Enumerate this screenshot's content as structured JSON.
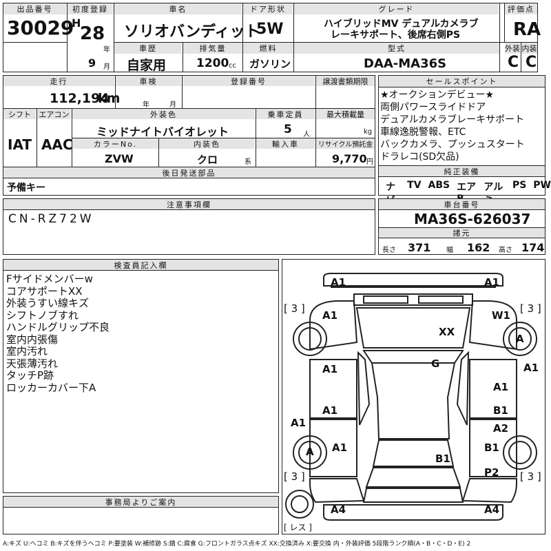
{
  "header": {
    "lot_label": "出品番号",
    "lot_value": "30029",
    "first_reg_label": "初度登録",
    "era_letter": "H",
    "first_reg_year": "28",
    "year_unit": "年",
    "first_reg_month": "9",
    "month_unit": "月",
    "car_name_label": "車名",
    "car_name_value": "ソリオバンディット",
    "door_label": "ドア形状",
    "door_value": "5W",
    "grade_label": "グレード",
    "grade_line1": "ハイブリッドMV デュアルカメラブ",
    "grade_line2": "レーキサポート、後席右側PS",
    "score_label": "評価点",
    "score_value": "RA",
    "history_label": "車歴",
    "history_value": "自家用",
    "displacement_label": "排気量",
    "displacement_value": "1200",
    "displacement_unit": "cc",
    "fuel_label": "燃料",
    "fuel_value": "ガソリン",
    "model_label": "型式",
    "model_value": "DAA-MA36S",
    "exterior_label": "外装",
    "exterior_value": "C",
    "interior_label": "内装",
    "interior_value": "C"
  },
  "row2": {
    "mileage_label": "走行",
    "mileage_value": "112,194",
    "mileage_unit": "km",
    "inspection_label": "車検",
    "year_unit": "年",
    "month_unit": "月",
    "registration_label": "登録番号",
    "transfer_label": "譲渡書類期限",
    "shift_label": "シフト",
    "shift_value": "IAT",
    "ac_label": "エアコン",
    "ac_value": "AAC",
    "color_label": "外装色",
    "color_value": "ミッドナイトバイオレット",
    "capacity_label": "乗車定員",
    "capacity_value": "5",
    "capacity_unit": "人",
    "load_label": "最大積載量",
    "load_unit": "kg",
    "color_no_label": "カラーNo.",
    "color_no_value": "ZVW",
    "interior_color_label": "内装色",
    "interior_color_value": "クロ",
    "interior_color_unit": "系",
    "import_label": "輸入車",
    "recycle_label": "リサイクル預託金",
    "recycle_value": "9,770",
    "recycle_unit": "円",
    "later_parts_label": "後日発送部品",
    "later_parts_value": "予備キー"
  },
  "sales": {
    "label": "セールスポイント",
    "lines": [
      "★オークションデビュー★",
      "両側パワースライドドア",
      "デュアルカメラブレーキサポート",
      "車線逸脱警報、ETC",
      "バックカメラ、プッシュスタート",
      "ドラレコ(SD欠品)"
    ],
    "equip_label": "純正装備",
    "equip": [
      "ナビ",
      "TV",
      "ABS",
      "エアB",
      "アルミ",
      "PS",
      "PW"
    ]
  },
  "caution": {
    "label": "注意事項欄",
    "value": "CN-RZ72W"
  },
  "chassis": {
    "label": "車台番号",
    "value": "MA36S-626037",
    "dims_label": "諸元",
    "length_label": "長さ",
    "length_value": "371",
    "width_label": "幅",
    "width_value": "162",
    "height_label": "高さ",
    "height_value": "174"
  },
  "inspector": {
    "label": "検査員記入欄",
    "lines": [
      "Fサイドメンバーw",
      "コアサポートXX",
      "外装うすい線キズ",
      "シフトノブすれ",
      "ハンドルグリップ不良",
      "室内内張傷",
      "室内汚れ",
      "天張薄汚れ",
      "タッチP跡",
      "ロッカーカバー下A"
    ]
  },
  "office": {
    "label": "事務局よりご案内"
  },
  "diagram": {
    "tires": [
      "[ 3 ]",
      "[ 3 ]",
      "[ 3 ]",
      "[ 3 ]"
    ],
    "spare": "[ レス ]",
    "marks": {
      "front_left": "A1",
      "front_right": "A1",
      "fender_left": "A1",
      "fender_right": "W1",
      "hood": "XX",
      "roof": "G",
      "wheel_fr": "A",
      "pillar_right": "A1",
      "door_fl": "A1",
      "door_fr": "A1",
      "rocker_left": "A1",
      "door_rl": "A1",
      "door_rr1": "B1",
      "door_rr2": "A2",
      "wheel_rl": "A",
      "qtr_left": "A1",
      "qtr_right": "B1",
      "trunk": "B1",
      "rear_right": "P2",
      "bumper_rl": "A4",
      "bumper_rr": "A4"
    }
  },
  "legend": "A:キズ U:ヘコミ B:キズを伴うヘコミ P:要塗装 W:補修跡 S:錆 C:腐食 G:フロントガラス点キズ XX:交換済み X:要交換 内・外装評価 5段階ランク順(A・B・C・D・E) 2"
}
